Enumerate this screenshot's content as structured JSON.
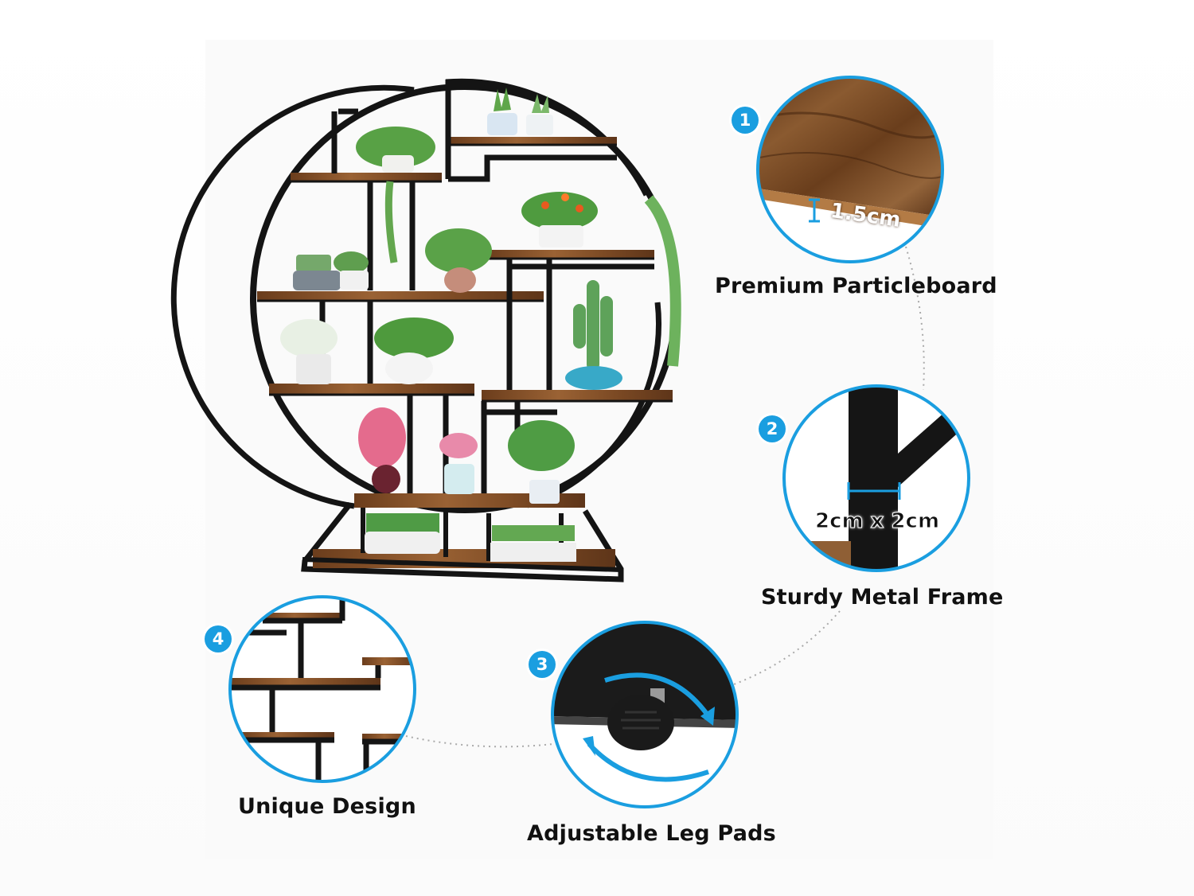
{
  "features": [
    {
      "number": "1",
      "title": "Premium Particleboard",
      "dimension": "1.5cm"
    },
    {
      "number": "2",
      "title": "Sturdy Metal Frame",
      "dimension": "2cm x 2cm"
    },
    {
      "number": "3",
      "title": "Adjustable Leg Pads"
    },
    {
      "number": "4",
      "title": "Unique Design"
    }
  ],
  "colors": {
    "accent": "#1a9ee0",
    "frame": "#141414",
    "wood": "#7a4a22"
  }
}
